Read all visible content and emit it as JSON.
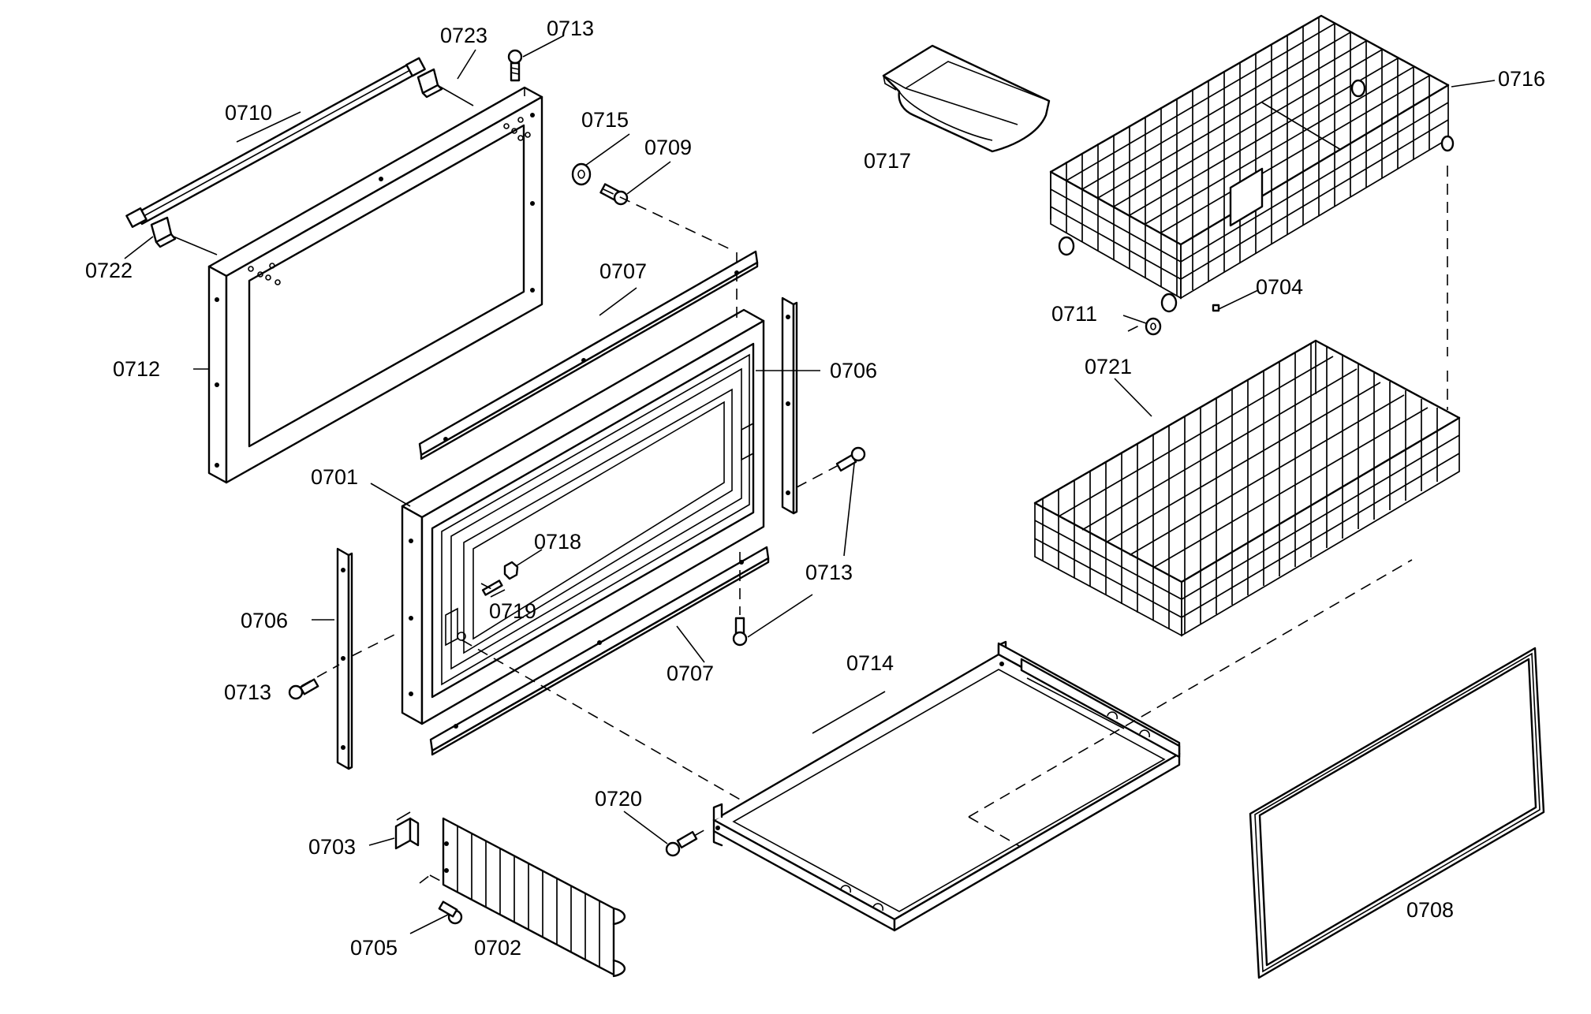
{
  "diagram": {
    "labels": {
      "l0701": "0701",
      "l0702": "0702",
      "l0703": "0703",
      "l0704": "0704",
      "l0705": "0705",
      "l0706a": "0706",
      "l0706b": "0706",
      "l0707a": "0707",
      "l0707b": "0707",
      "l0708": "0708",
      "l0709": "0709",
      "l0710": "0710",
      "l0711": "0711",
      "l0712": "0712",
      "l0713a": "0713",
      "l0713b": "0713",
      "l0713c": "0713",
      "l0714": "0714",
      "l0715": "0715",
      "l0716": "0716",
      "l0717": "0717",
      "l0718": "0718",
      "l0719": "0719",
      "l0720": "0720",
      "l0721": "0721",
      "l0722": "0722",
      "l0723": "0723"
    }
  }
}
